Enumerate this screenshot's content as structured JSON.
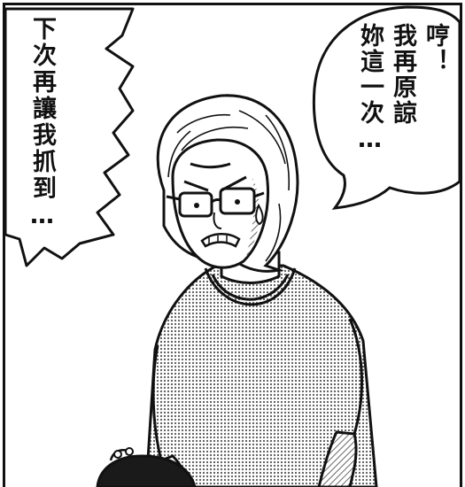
{
  "panel": {
    "bubble_left": {
      "text": "下次再讓我抓到…"
    },
    "bubble_right": {
      "columns": [
        "哼！",
        "我再原諒",
        "妳這一次…"
      ]
    }
  },
  "colors": {
    "ink": "#111111",
    "paper": "#ffffff",
    "tone": "#8a8a8a"
  }
}
